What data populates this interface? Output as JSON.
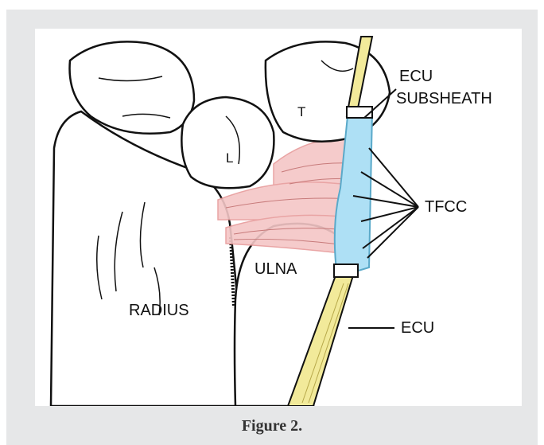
{
  "figure": {
    "caption": "Figure 2.",
    "labels": {
      "ecu_top": "ECU",
      "subsheath": "SUBSHEATH",
      "tfcc": "TFCC",
      "ulna": "ULNA",
      "radius": "RADIUS",
      "ecu_bottom": "ECU",
      "triquetrum": "T",
      "lunate": "L"
    }
  },
  "colors": {
    "frame_background": "#e6e7e8",
    "tendon": "#f2ea9a",
    "subsheath": "#aee0f5",
    "ligament": "#f4c6c6",
    "line": "#111111"
  }
}
